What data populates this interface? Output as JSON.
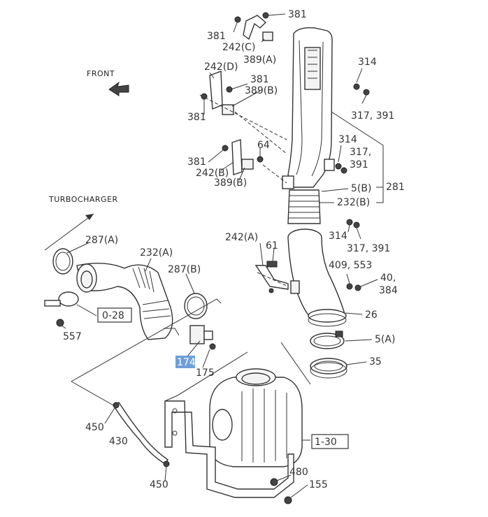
{
  "labels": {
    "front": "FRONT",
    "turbocharger": "TURBOCHARGER",
    "l_381_a": "381",
    "l_381_b": "381",
    "l_242c": "242(C)",
    "l_389a": "389(A)",
    "l_242d": "242(D)",
    "l_381_c": "381",
    "l_389b_1": "389(B)",
    "l_381_d": "381",
    "l_314_a": "314",
    "l_317_391_a": "317, 391",
    "l_64": "64",
    "l_314_b": "314",
    "l_317_b": "317,",
    "l_391_b": "391",
    "l_381_e": "381",
    "l_242b": "242(B)",
    "l_389b_2": "389(B)",
    "l_5b": "5(B)",
    "l_281": "281",
    "l_232b": "232(B)",
    "l_314_c": "314",
    "l_317_391_c": "317, 391",
    "l_242a": "242(A)",
    "l_61": "61",
    "l_409_553": "409, 553",
    "l_40": "40,",
    "l_384": "384",
    "l_287a": "287(A)",
    "l_232a": "232(A)",
    "l_287b": "287(B)",
    "l_0_28": "0-28",
    "l_557": "557",
    "l_26": "26",
    "l_5a": "5(A)",
    "l_174": "174",
    "l_175": "175",
    "l_35": "35",
    "l_450_a": "450",
    "l_430": "430",
    "l_1_30": "1-30",
    "l_480": "480",
    "l_450_b": "450",
    "l_155": "155"
  },
  "highlight_color": "#6f9fd8",
  "icons": {
    "front_arrow": "front-arrow-icon"
  }
}
